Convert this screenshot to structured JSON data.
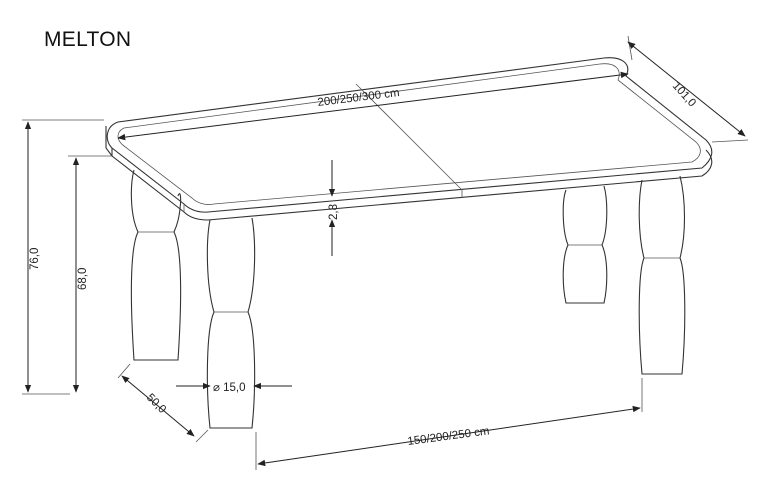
{
  "diagram": {
    "title": "MELTON",
    "dimensions": {
      "top_length": "200/250/300 cm",
      "top_width": "101,0",
      "top_thickness": "2,8",
      "total_height": "76,0",
      "leg_height": "68,0",
      "leg_diameter": "⌀ 15,0",
      "leg_depth_spacing": "50,0",
      "leg_length_spacing": "150/200/250 cm"
    }
  }
}
